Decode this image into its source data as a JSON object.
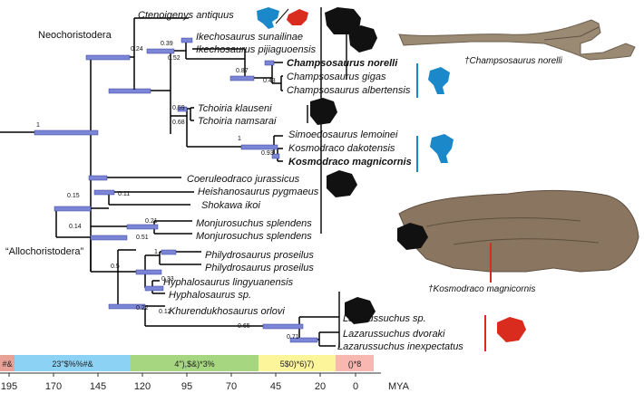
{
  "clades": {
    "neochoristodera": "Neochoristodera",
    "allochoristodera": "“Allochoristodera”"
  },
  "taxa": [
    {
      "name": "Ctenoigenys antiquus",
      "bold": false
    },
    {
      "name": "Ikechosaurus sunailinae",
      "bold": false
    },
    {
      "name": "Ikechosaurus pijiaguoensis",
      "bold": false
    },
    {
      "name": "Champsosaurus norelli",
      "bold": true
    },
    {
      "name": "Champsosaurus gigas",
      "bold": false
    },
    {
      "name": "Champsosaurus albertensis",
      "bold": false
    },
    {
      "name": "Tchoiria klauseni",
      "bold": false
    },
    {
      "name": "Tchoiria namsarai",
      "bold": false
    },
    {
      "name": "Simoedosaurus lemoinei",
      "bold": false
    },
    {
      "name": "Kosmodraco dakotensis",
      "bold": false
    },
    {
      "name": "Kosmodraco magnicornis",
      "bold": true
    },
    {
      "name": "Coeruleodraco jurassicus",
      "bold": false
    },
    {
      "name": "Heishanosaurus pygmaeus",
      "bold": false
    },
    {
      "name": "Shokawa ikoi",
      "bold": false
    },
    {
      "name": "Monjurosuchus splendens",
      "bold": false
    },
    {
      "name": "Monjurosuchus splendens",
      "bold": false
    },
    {
      "name": "Philydrosaurus proseilus",
      "bold": false
    },
    {
      "name": "Philydrosaurus proseilus",
      "bold": false
    },
    {
      "name": "Hyphalosaurus lingyuanensis",
      "bold": false
    },
    {
      "name": "Hyphalosaurus sp.",
      "bold": false
    },
    {
      "name": "Khurendukhosaurus orlovi",
      "bold": false
    },
    {
      "name": "Lazarussuchus sp.",
      "bold": false
    },
    {
      "name": "Lazarussuchus dvoraki",
      "bold": false
    },
    {
      "name": "Lazarussuchus inexpectatus",
      "bold": false
    }
  ],
  "support_values": [
    "0.24",
    "0.39",
    "0.52",
    "0.87",
    "0.43",
    "1",
    "0.59",
    "0.68",
    "1",
    "0.93",
    "1",
    "0.15",
    "0.11",
    "0.14",
    "0.21",
    "0.51",
    "1",
    "0.5",
    "0.33",
    "0.22",
    "0.12",
    "0.65",
    "0.71"
  ],
  "timescale": {
    "periods": [
      {
        "label": "#&",
        "color": "#e8a197"
      },
      {
        "label": "23\"$%%#&",
        "color": "#8cd2f4"
      },
      {
        "label": "4\"),$&)*3%",
        "color": "#a6d67f"
      },
      {
        "label": "5$0)*6)7)",
        "color": "#fdf59a"
      },
      {
        "label": "()*8",
        "color": "#f9b7b1"
      }
    ],
    "ticks": [
      "195",
      "170",
      "145",
      "120",
      "95",
      "70",
      "45",
      "20",
      "0"
    ],
    "unit": "MYA"
  },
  "fossils": {
    "top_caption": "†Champsosaurus norelli",
    "bottom_caption": "†Kosmodraco magnicornis"
  },
  "colors": {
    "branch": "#000000",
    "hpd_bar": "#7b86d6",
    "north_america": "#1a88c9",
    "europe": "#d92b1e",
    "asia": "#111111"
  },
  "map_icons": [
    "north-america-map-icon",
    "europe-map-icon",
    "asia-map-icon"
  ]
}
